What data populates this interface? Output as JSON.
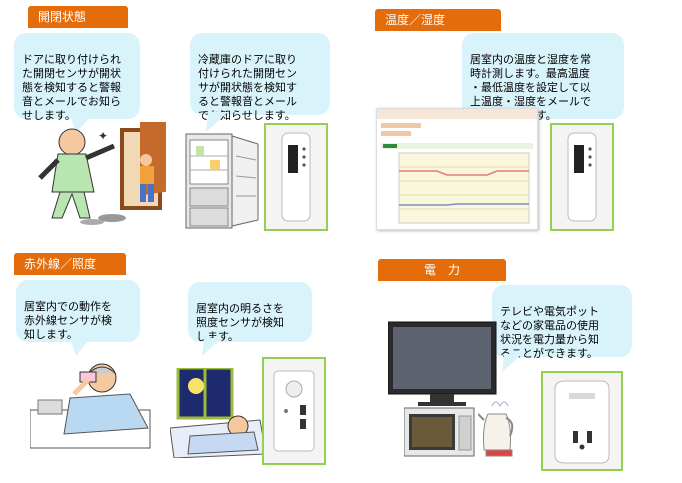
{
  "sections": {
    "open_close": {
      "title": "開閉状態",
      "bubble1": "ドアに取り付けられ\nた開閉センサが開状\n態を検知すると警報\n音とメールでお知ら\nせします。",
      "bubble2": "冷蔵庫のドアに取り\n付けられた開閉セン\nサが開状態を検知す\nると警報音とメール\nでお知らせします。"
    },
    "temp_humidity": {
      "title": "温度／湿度",
      "bubble": "居室内の温度と湿度を常\n時計測します。最高温度\n・最低温度を設定して以\n上温度・湿度をメールで\nお知らせします。"
    },
    "infrared_light": {
      "title": "赤外線／照度",
      "bubble1": "居室内での動作を\n赤外線センサが検\n知します。",
      "bubble2": "居室内の明るさを\n照度センサが検知\nします。"
    },
    "power": {
      "title": "電　力",
      "bubble": "テレビや電気ポット\nなどの家電品の使用\n状況を電力量から知\nることができます。"
    }
  },
  "colors": {
    "tab": "#e46c0a",
    "bubble": "#d9f3fb",
    "frame": "#92d050"
  }
}
